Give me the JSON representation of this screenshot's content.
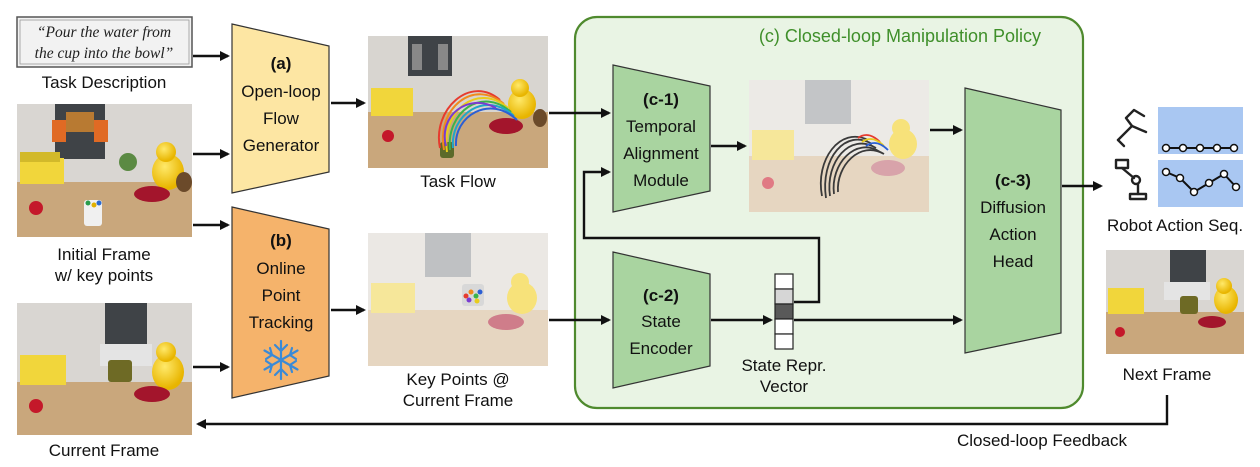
{
  "task_text": [
    "“Pour the water from",
    "the cup into the bowl”"
  ],
  "task_description": "Task Description",
  "initial_frame": [
    "Initial Frame",
    "w/ key points"
  ],
  "current_frame": "Current Frame",
  "block_a": {
    "tag": "(a)",
    "lines": [
      "Open-loop",
      "Flow",
      "Generator"
    ]
  },
  "block_b": {
    "tag": "(b)",
    "lines": [
      "Online",
      "Point",
      "Tracking"
    ]
  },
  "task_flow": "Task Flow",
  "key_points": [
    "Key Points @",
    "Current Frame"
  ],
  "panel_title": "(c) Closed-loop Manipulation Policy",
  "block_c1": {
    "tag": "(c-1)",
    "lines": [
      "Temporal",
      "Alignment",
      "Module"
    ]
  },
  "block_c2": {
    "tag": "(c-2)",
    "lines": [
      "State",
      "Encoder"
    ]
  },
  "block_c3": {
    "tag": "(c-3)",
    "lines": [
      "Diffusion",
      "Action",
      "Head"
    ]
  },
  "state_vector": [
    "State Repr.",
    "Vector"
  ],
  "robot_action": "Robot Action Seq.",
  "next_frame": "Next Frame",
  "feedback": "Closed-loop Feedback",
  "colors": {
    "yellow": "#fde6a3",
    "orange": "#f5b36b",
    "green_block": "#a9d4a0",
    "green_panel": "#e9f4e4",
    "green_border": "#4f8a2e",
    "title_green": "#3f8f2a",
    "blue_bar": "#a9c7f2"
  }
}
